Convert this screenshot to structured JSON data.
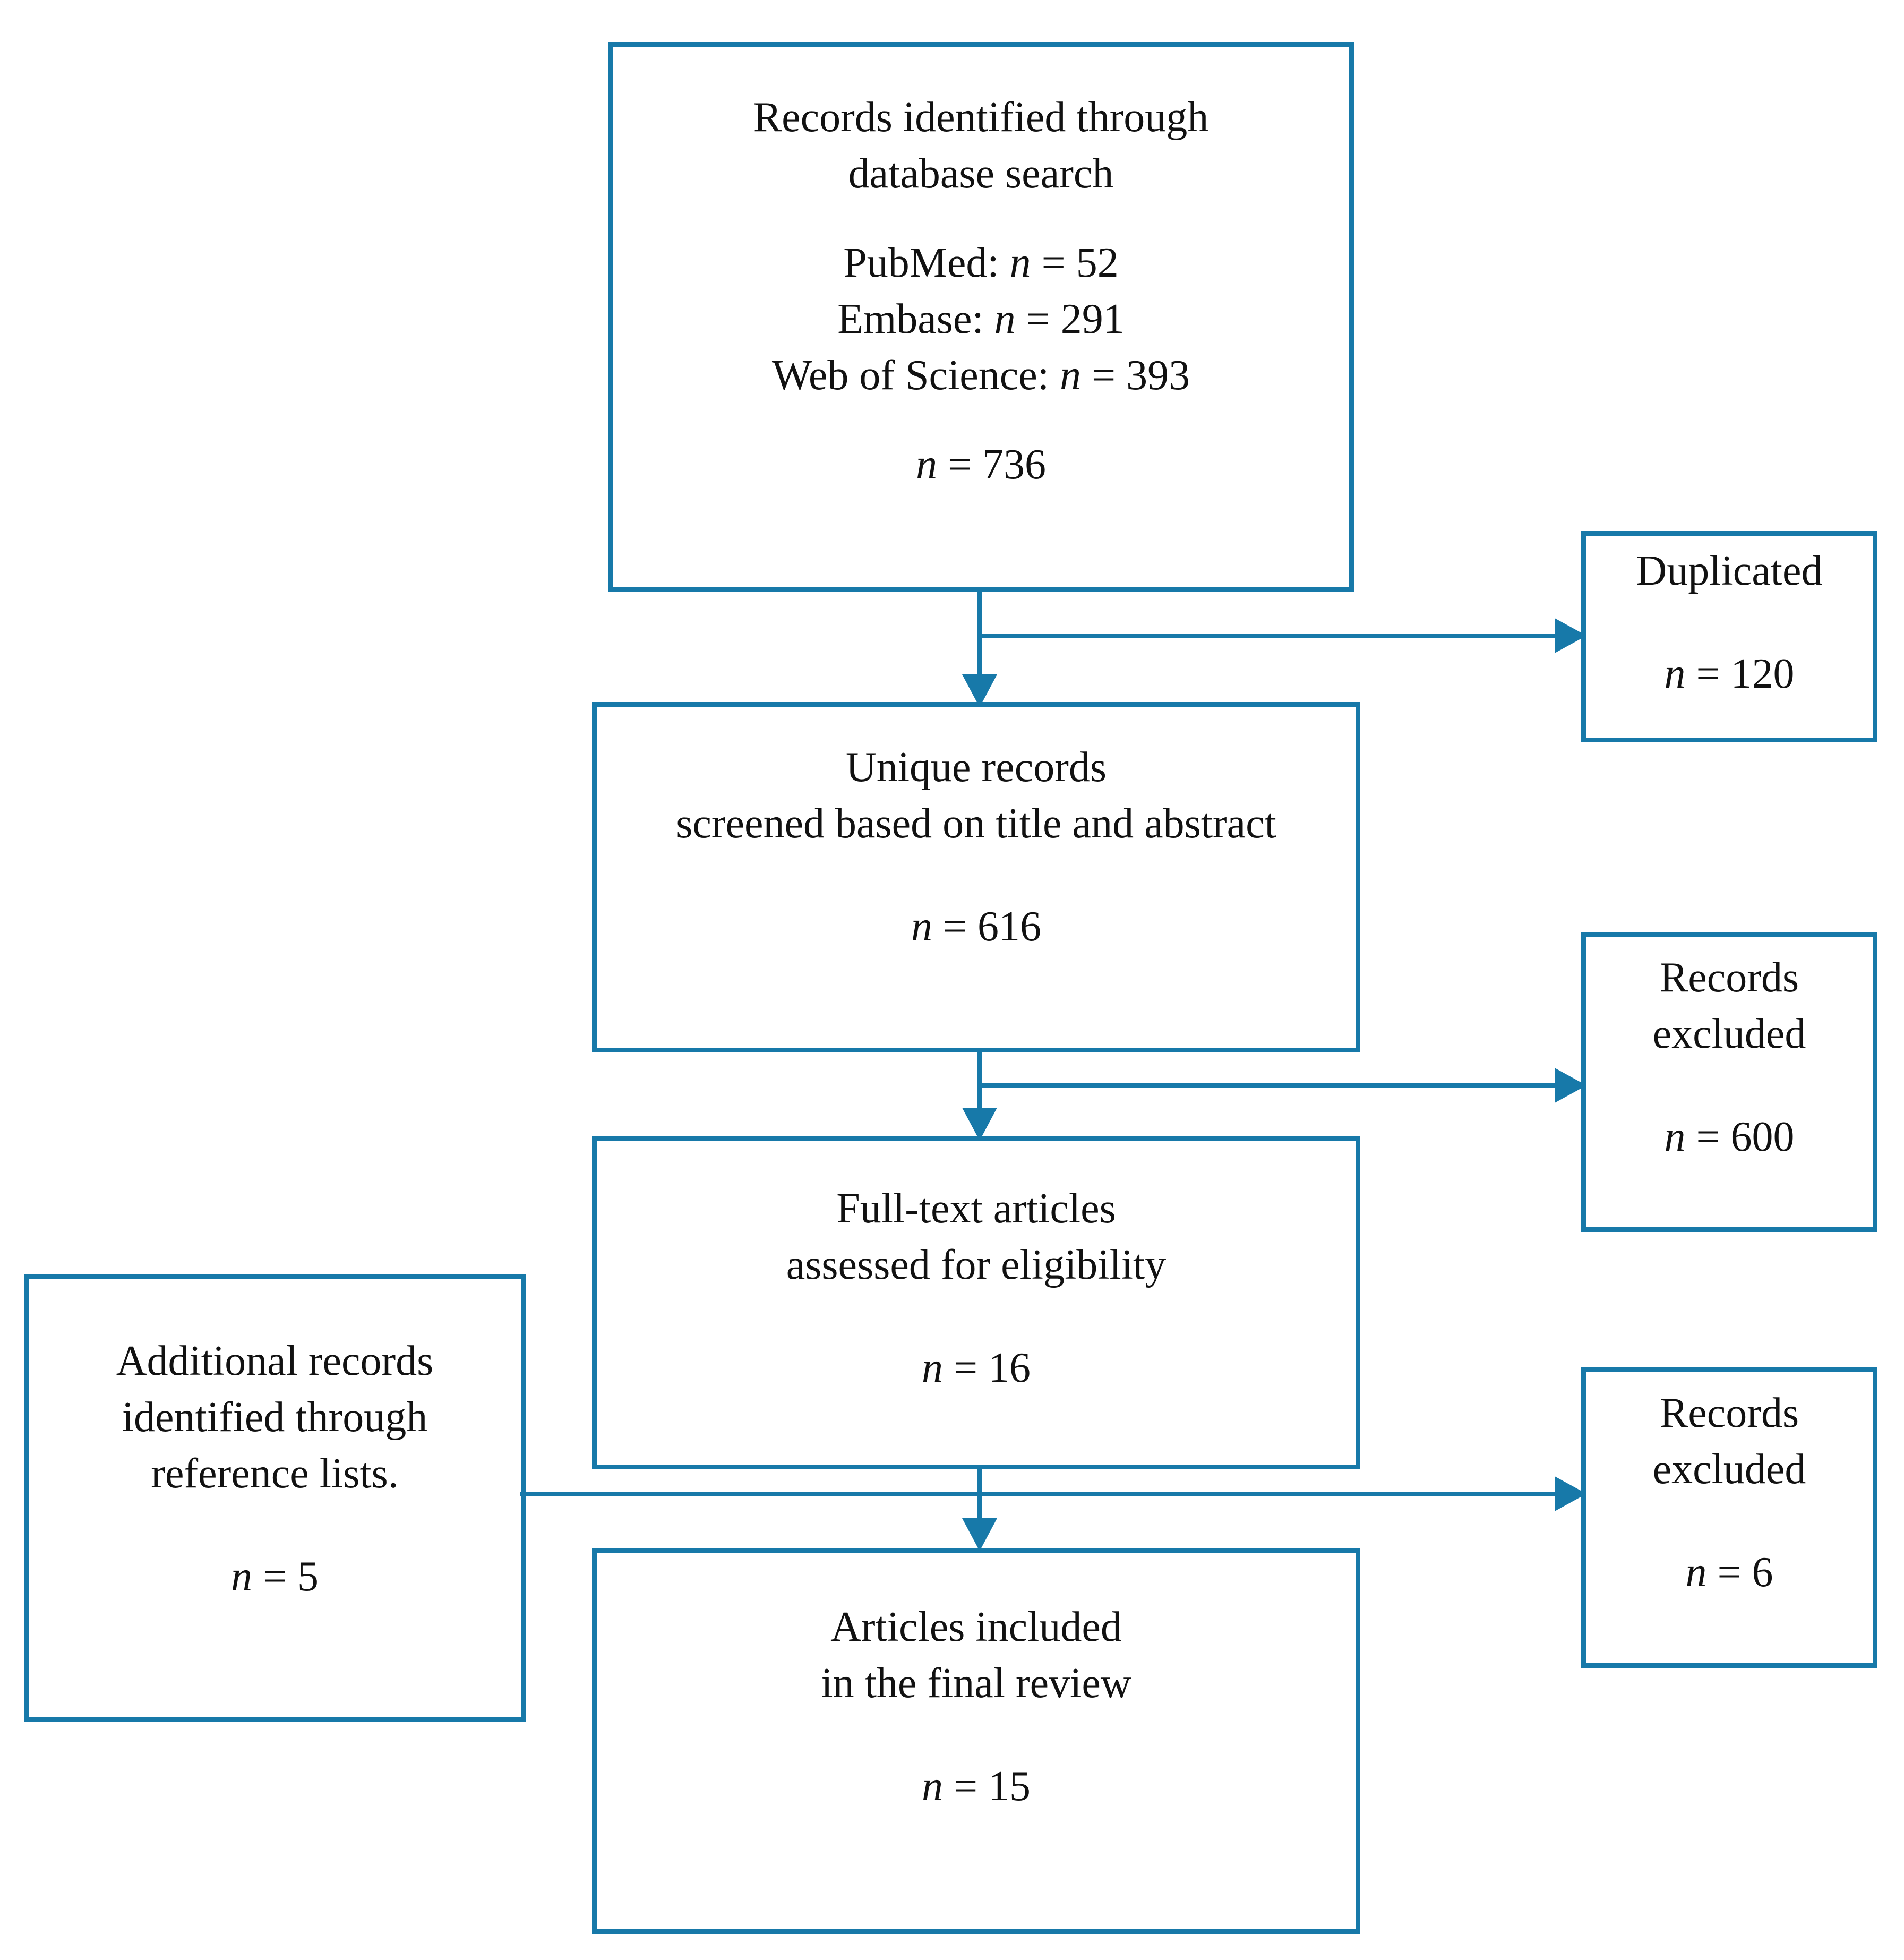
{
  "figure": {
    "type": "flowchart",
    "colors": {
      "accent": "#1779A9",
      "text": "#111111",
      "background": "#FFFFFF"
    },
    "boxes": {
      "identified": {
        "title_lines": [
          "Records identified through",
          "database search"
        ],
        "detail_lines": [
          "PubMed: n = 52",
          "Embase: n = 291",
          "Web of Science: n = 393"
        ],
        "total": "n = 736"
      },
      "duplicated": {
        "title_lines": [
          "Duplicated"
        ],
        "total": "n = 120"
      },
      "screened": {
        "title_lines": [
          "Unique records",
          "screened based on title and abstract"
        ],
        "total": "n = 616"
      },
      "excluded_after_screening": {
        "title_lines": [
          "Records",
          "excluded"
        ],
        "total": "n = 600"
      },
      "fulltext": {
        "title_lines": [
          "Full-text articles",
          "assessed for eligibility"
        ],
        "total": "n = 16"
      },
      "additional": {
        "title_lines": [
          "Additional records",
          "identified through",
          "reference lists."
        ],
        "total": "n = 5"
      },
      "excluded_after_fulltext": {
        "title_lines": [
          "Records",
          "excluded"
        ],
        "total": "n = 6"
      },
      "included": {
        "title_lines": [
          "Articles included",
          "in the final review"
        ],
        "total": "n = 15"
      }
    }
  }
}
